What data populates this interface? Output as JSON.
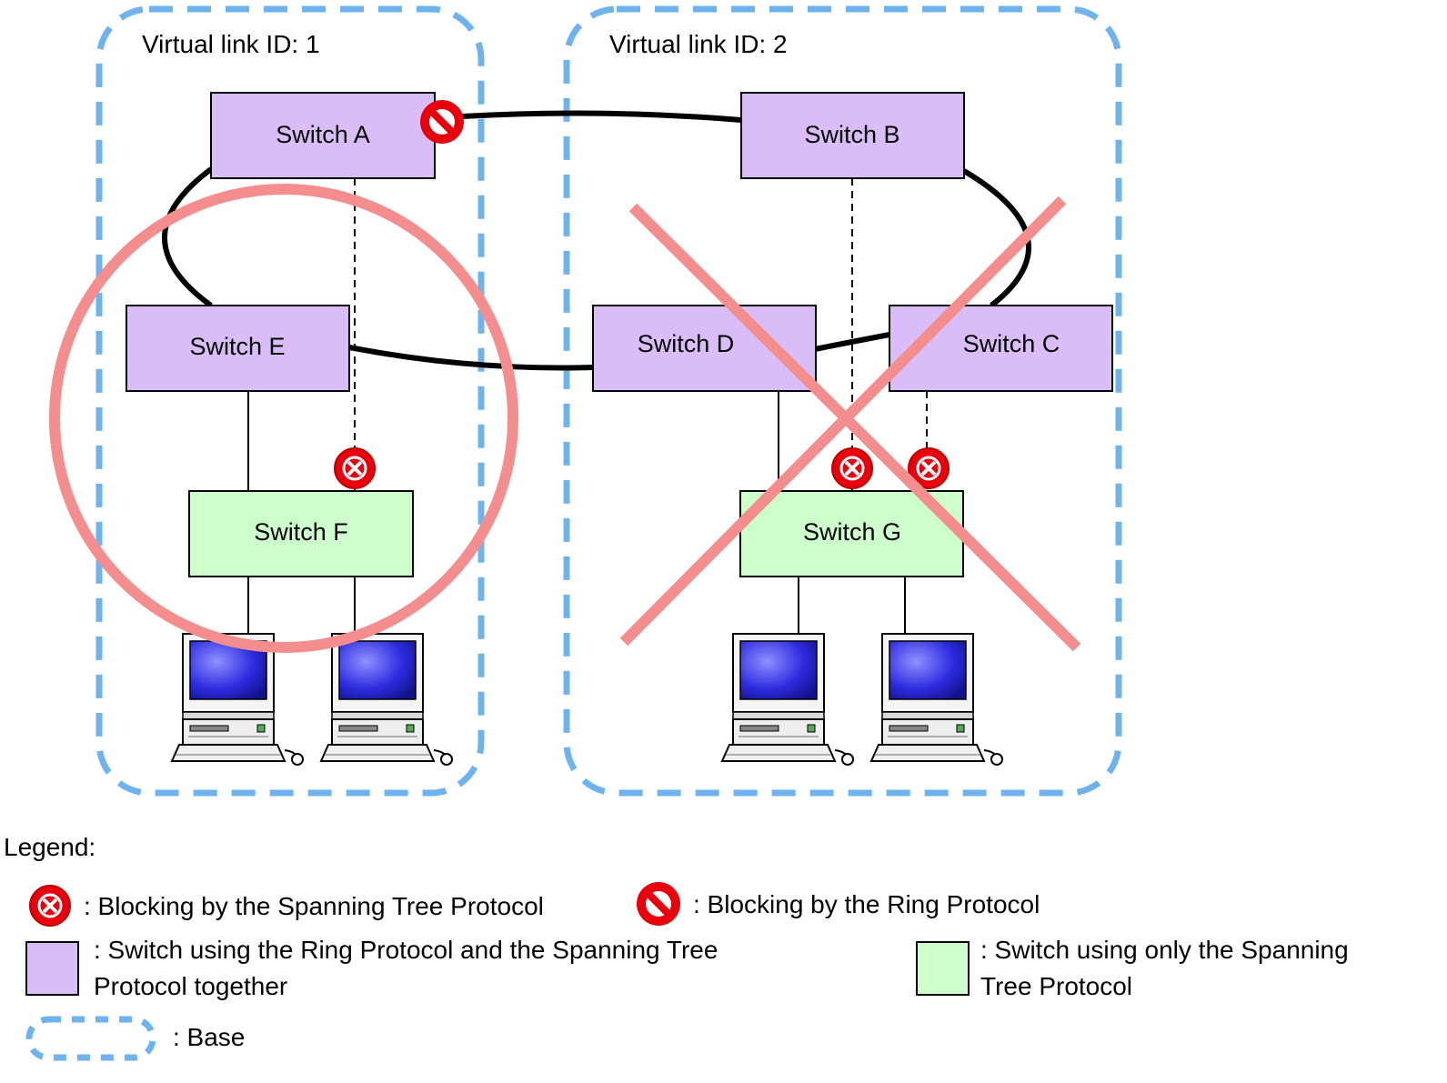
{
  "colors": {
    "ring_switch": "#dabdf8",
    "stp_switch": "#ccffcc",
    "base": "#6fb3ee",
    "mark": "#f48e8e",
    "block": "#e8000d"
  },
  "bases": [
    {
      "label": "Virtual link ID: 1"
    },
    {
      "label": "Virtual link ID: 2"
    }
  ],
  "switches": {
    "a": "Switch A",
    "b": "Switch B",
    "c": "Switch C",
    "d": "Switch D",
    "e": "Switch E",
    "f": "Switch F",
    "g": "Switch G"
  },
  "icons": {
    "stp_block": "stp-blocking-icon",
    "ring_block": "ring-blocking-icon",
    "computer": "computer-icon",
    "valid": "circle-mark",
    "invalid": "cross-mark"
  },
  "legend": {
    "title": "Legend:",
    "stp_block": ": Blocking by the Spanning Tree Protocol",
    "ring_block": ": Blocking by the Ring Protocol",
    "ring_switch_line1": ": Switch using the Ring Protocol and the Spanning Tree",
    "ring_switch_line2": "Protocol together",
    "stp_switch_line1": ": Switch using only the Spanning",
    "stp_switch_line2": "Tree Protocol",
    "base": ": Base"
  }
}
